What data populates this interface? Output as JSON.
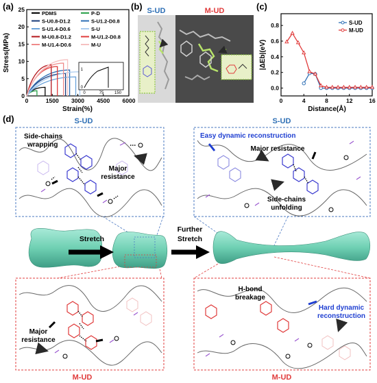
{
  "panels": {
    "a": "(a)",
    "b": "(b)",
    "c": "(c)",
    "d": "(d)"
  },
  "colors": {
    "sud": "#2e6fb5",
    "mud": "#e03b3b",
    "purple": "#9b59d0",
    "blue_text": "#1f3fd1",
    "teal": "#7fd6bd",
    "gray_curve": "#6f6f6f"
  },
  "chart_a": {
    "ylabel": "Stress(MPa)",
    "xlabel": "Strain(%)",
    "yticks": [
      "0",
      "5",
      "10",
      "15",
      "20",
      "25"
    ],
    "xticks": [
      "0",
      "1500",
      "3000",
      "4500",
      "6000"
    ],
    "legend": [
      {
        "text": "PDMS",
        "color": "#000000"
      },
      {
        "text": "P-D",
        "color": "#2ba14b"
      },
      {
        "text": "S-U0.8-D1.2",
        "color": "#173a7a"
      },
      {
        "text": "S-U1.2-D0.8",
        "color": "#2e6fb5"
      },
      {
        "text": "S-U1.4-D0.6",
        "color": "#6aa3db"
      },
      {
        "text": "S-U",
        "color": "#a9cbef"
      },
      {
        "text": "M-U0.8-D1.2",
        "color": "#b3151b"
      },
      {
        "text": "M-U1.2-D0.8",
        "color": "#e03b3b"
      },
      {
        "text": "M-U1.4-D0.6",
        "color": "#ef8a8a"
      },
      {
        "text": "M-U",
        "color": "#f6c1c1"
      }
    ],
    "inset_yticks": [
      "0",
      "1"
    ],
    "inset_xticks": [
      "0",
      "75",
      "150"
    ]
  },
  "image_b": {
    "left_label": "S-UD",
    "right_label": "M-UD"
  },
  "chart_data": {
    "type": "line",
    "xlabel": "Distance(Å)",
    "ylabel": "|ΔEb|(eV)",
    "xlim": [
      0,
      16
    ],
    "ylim": [
      -0.1,
      0.95
    ],
    "xticks": [
      "0",
      "4",
      "8",
      "12",
      "16"
    ],
    "yticks": [
      "0.0",
      "0.2",
      "0.4",
      "0.6",
      "0.8"
    ],
    "legend_position": "top-right",
    "series": [
      {
        "name": "S-UD",
        "color": "#2e6fb5",
        "x": [
          4,
          5,
          6,
          7,
          8,
          9,
          10,
          11,
          12,
          13,
          14,
          15,
          16
        ],
        "y": [
          0.06,
          0.19,
          0.18,
          0.0,
          0.0,
          0.0,
          0.0,
          0.0,
          0.0,
          0.0,
          0.0,
          0.0,
          0.0
        ]
      },
      {
        "name": "M-UD",
        "color": "#e03b3b",
        "x": [
          1,
          2,
          3,
          4,
          5,
          6,
          7,
          8,
          9,
          10,
          11,
          12,
          13,
          14,
          15,
          16
        ],
        "y": [
          0.59,
          0.7,
          0.58,
          0.45,
          0.21,
          0.18,
          0.03,
          0.01,
          0.01,
          0.01,
          0.01,
          0.01,
          0.01,
          0.01,
          0.01,
          0.01
        ]
      }
    ]
  },
  "panel_d": {
    "sud_title_left": "S-UD",
    "sud_title_right": "S-UD",
    "mud_title_left": "M-UD",
    "mud_title_right": "M-UD",
    "tl_wrap_1": "Side-chains",
    "tl_wrap_2": "wrapping",
    "tl_major_1": "Major",
    "tl_major_2": "resistance",
    "tr_easy": "Easy dynamic reconstruction",
    "tr_major": "Major resistance",
    "tr_unfold_1": "Side-chains",
    "tr_unfold_2": "unfolding",
    "stretch": "Stretch",
    "further_1": "Further",
    "further_2": "Stretch",
    "bl_major_1": "Major",
    "bl_major_2": "resistance",
    "br_hbond_1": "H-bond",
    "br_hbond_2": "breakage",
    "br_hard_1": "Hard dynamic",
    "br_hard_2": "reconstruction"
  }
}
